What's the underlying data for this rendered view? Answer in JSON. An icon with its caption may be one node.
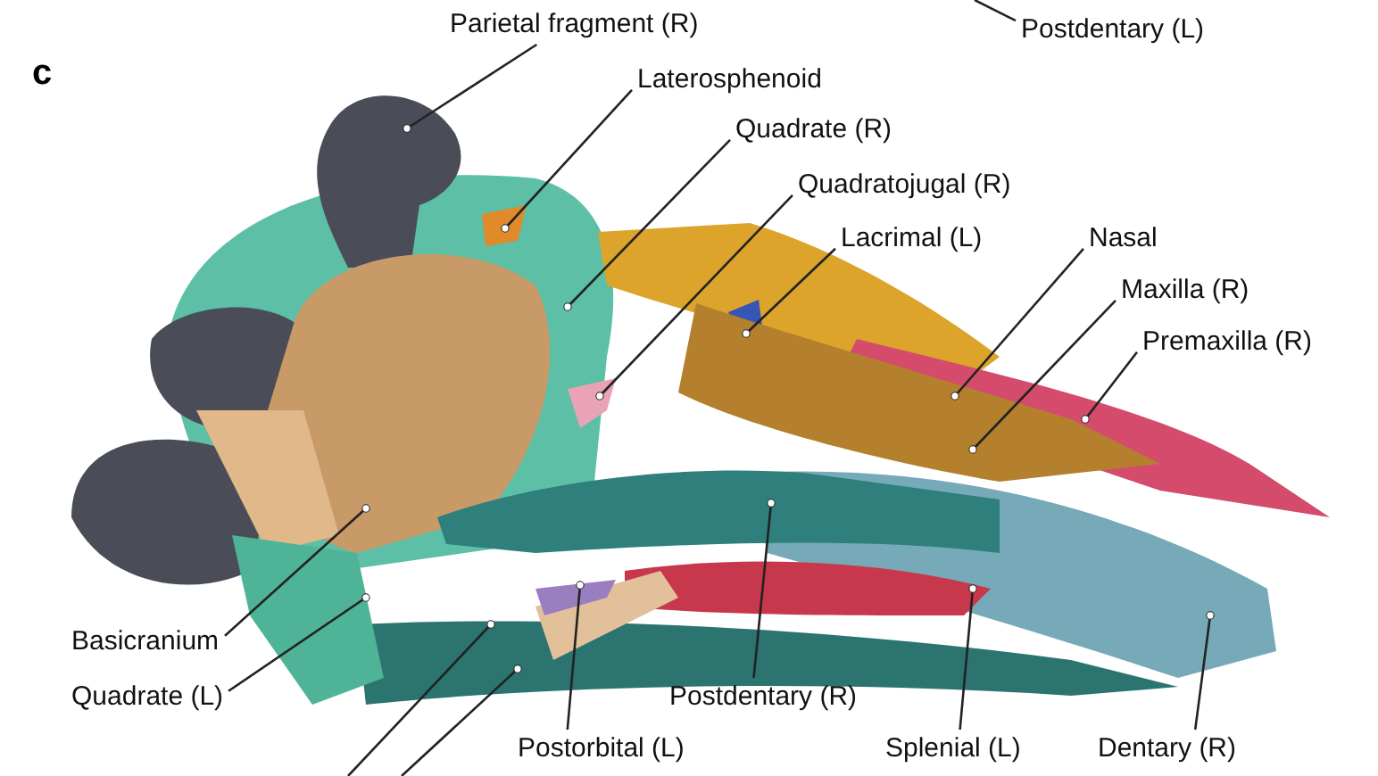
{
  "diagram": {
    "nodes": [
      {
        "text": [
          "Parietal fragment (R)"
        ]
      },
      {
        "text": [
          "Postdentary (L)"
        ]
      },
      {
        "text": [
          "Laterosphenoid"
        ]
      },
      {
        "text": [
          "Quadrate (R)"
        ]
      },
      {
        "text": [
          "Quadratojugal (R)"
        ]
      },
      {
        "text": [
          "Lacrimal (L)"
        ]
      },
      {
        "text": [
          "Nasal"
        ]
      },
      {
        "text": [
          "Maxilla (R)"
        ]
      },
      {
        "text": [
          "Premaxilla (R)"
        ]
      },
      {
        "text": [
          "Basicranium"
        ]
      },
      {
        "text": [
          "Quadrate (L)"
        ]
      },
      {
        "text": [
          "Postdentary (R)"
        ]
      },
      {
        "text": [
          "Postorbital (L)"
        ]
      },
      {
        "text": [
          "Splenial (L)"
        ]
      },
      {
        "text": [
          "Dentary (R)"
        ]
      }
    ],
    "edges": [
      {
        "from": 0,
        "to": null,
        "arrow": "other"
      },
      {
        "from": 1,
        "to": null,
        "arrow": "none"
      },
      {
        "from": 2,
        "to": null,
        "arrow": "other"
      },
      {
        "from": 3,
        "to": null,
        "arrow": "other"
      },
      {
        "from": 4,
        "to": null,
        "arrow": "other"
      },
      {
        "from": 5,
        "to": null,
        "arrow": "other"
      },
      {
        "from": 6,
        "to": null,
        "arrow": "other"
      },
      {
        "from": 7,
        "to": null,
        "arrow": "other"
      },
      {
        "from": 8,
        "to": null,
        "arrow": "other"
      },
      {
        "from": 9,
        "to": null,
        "arrow": "other"
      },
      {
        "from": 10,
        "to": null,
        "arrow": "other"
      },
      {
        "from": 11,
        "to": null,
        "arrow": "other"
      },
      {
        "from": 12,
        "to": null,
        "arrow": "other"
      },
      {
        "from": 13,
        "to": null,
        "arrow": "other"
      },
      {
        "from": 14,
        "to": null,
        "arrow": "other"
      }
    ],
    "labels": [
      "c"
    ]
  }
}
